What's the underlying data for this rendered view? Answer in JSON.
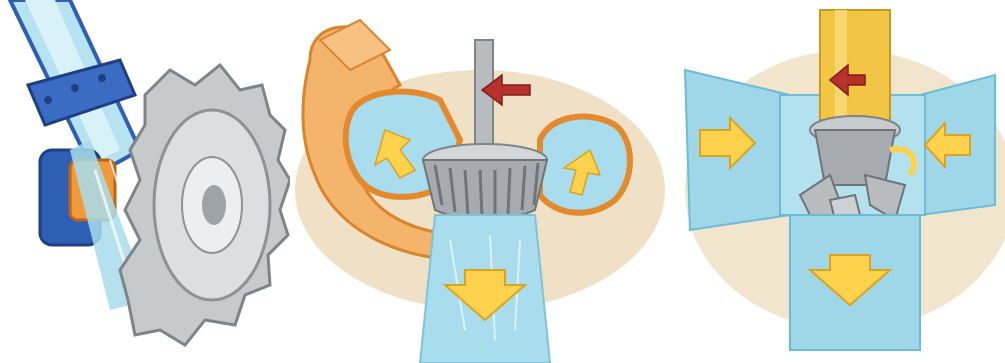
{
  "panels": [
    {
      "id": "pelton",
      "icon": "pelton-turbine-illustration"
    },
    {
      "id": "francis",
      "icon": "francis-turbine-illustration"
    },
    {
      "id": "kaplan",
      "icon": "kaplan-turbine-illustration"
    }
  ],
  "colors": {
    "water": "#9fd7e8",
    "water_dark": "#4fb3cf",
    "pipe_blue": "#2f5fb5",
    "orange": "#f09a3c",
    "yellow_arrow": "#ffd24d",
    "red_arrow": "#b8302a",
    "steel": "#b9bcbf",
    "ground": "#e8c99a"
  }
}
